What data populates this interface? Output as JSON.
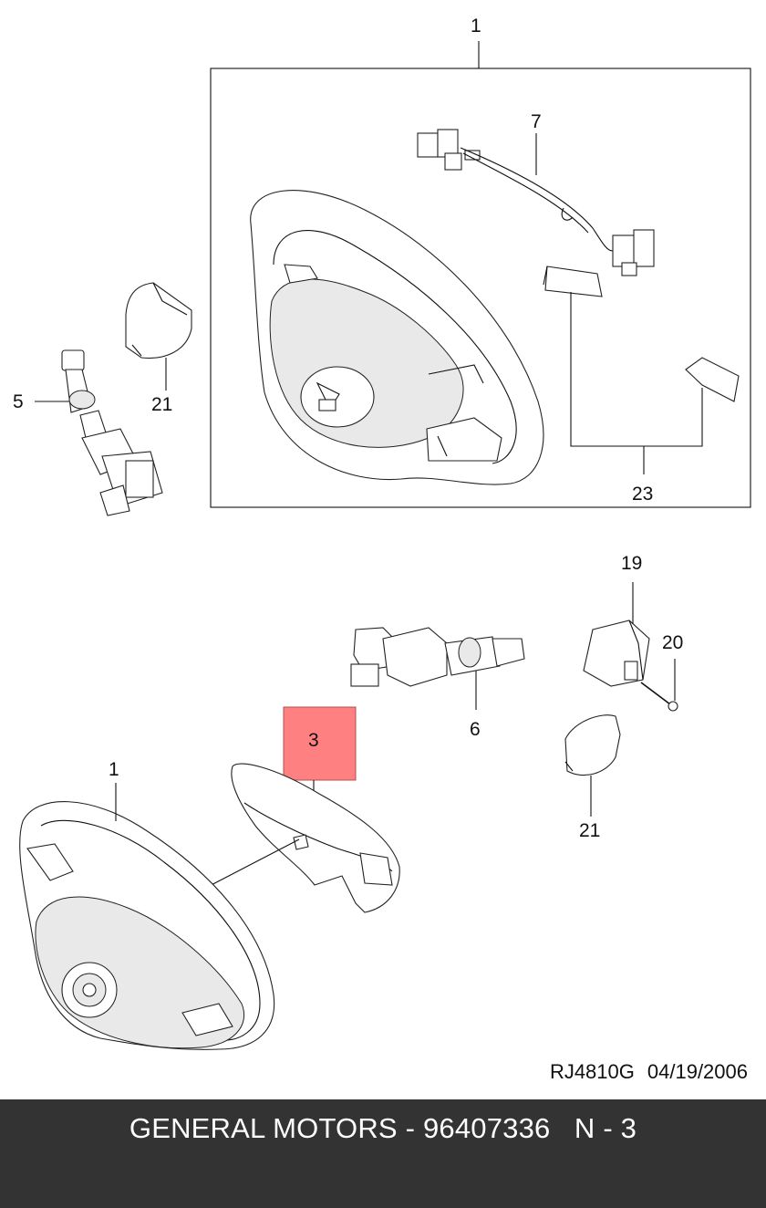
{
  "diagram": {
    "callouts": {
      "kit_top": "1",
      "wire": "7",
      "switch_left": "5",
      "cover_left": "21",
      "clips": "23",
      "switch_right": "6",
      "highlighted": "3",
      "bracket": "19",
      "screw": "20",
      "cover_right": "21",
      "wheel_bottom": "1"
    },
    "highlight_color": "#ff8080",
    "drawing_ref": "RJ4810G",
    "drawing_date": "04/19/2006"
  },
  "footer": {
    "text": "GENERAL MOTORS - 96407336   N - 3",
    "background": "#333333"
  }
}
